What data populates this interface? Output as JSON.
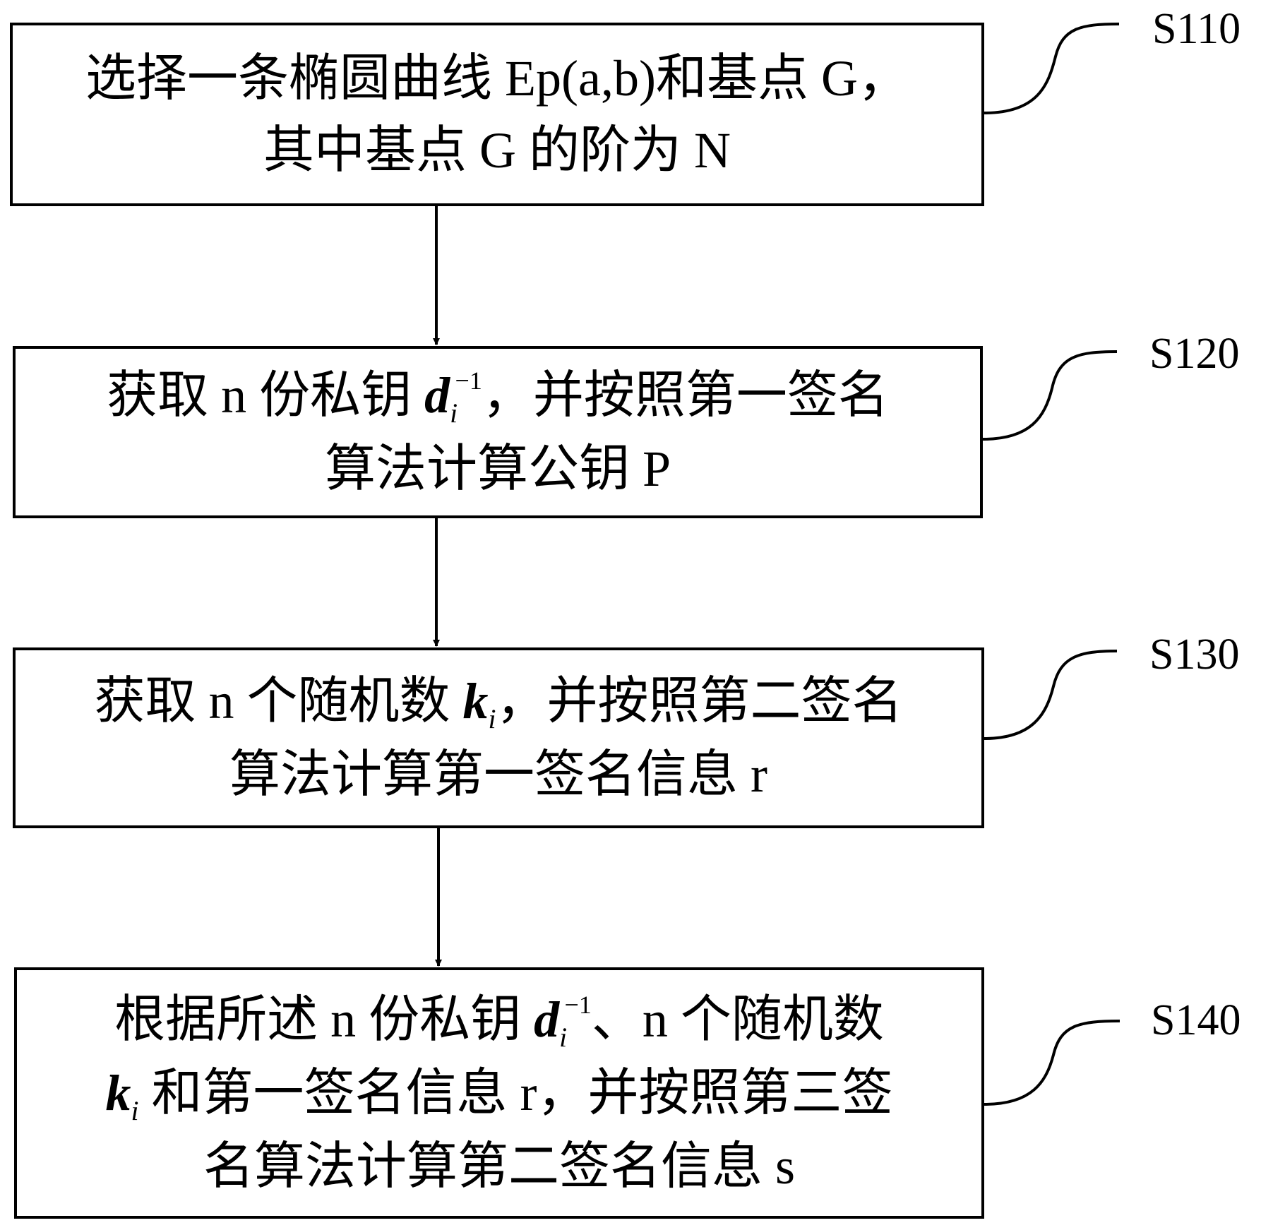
{
  "steps": [
    {
      "id": "S110",
      "lines": [
        [
          "选择一条椭圆曲线 Ep(a,b)和基点 G，"
        ],
        [
          "其中基点 G 的阶为 N"
        ]
      ]
    },
    {
      "id": "S120",
      "lines": [
        [
          "获取 n 份私钥 ",
          {
            "var": "d",
            "sub": "i",
            "sup": "−1"
          },
          "，并按照第一签名"
        ],
        [
          "算法计算公钥 P"
        ]
      ]
    },
    {
      "id": "S130",
      "lines": [
        [
          "获取 n 个随机数 ",
          {
            "var": "k",
            "sub": "i"
          },
          "，并按照第二签名"
        ],
        [
          "算法计算第一签名信息 r"
        ]
      ]
    },
    {
      "id": "S140",
      "lines": [
        [
          "根据所述 n 份私钥 ",
          {
            "var": "d",
            "sub": "i",
            "sup": "−1"
          },
          "、n 个随机数"
        ],
        [
          {
            "var": "k",
            "sub": "i"
          },
          " 和第一签名信息 r，并按照第三签"
        ],
        [
          "名算法计算第二签名信息 s"
        ]
      ]
    }
  ],
  "colors": {
    "stroke": "#000000",
    "background": "#ffffff"
  }
}
